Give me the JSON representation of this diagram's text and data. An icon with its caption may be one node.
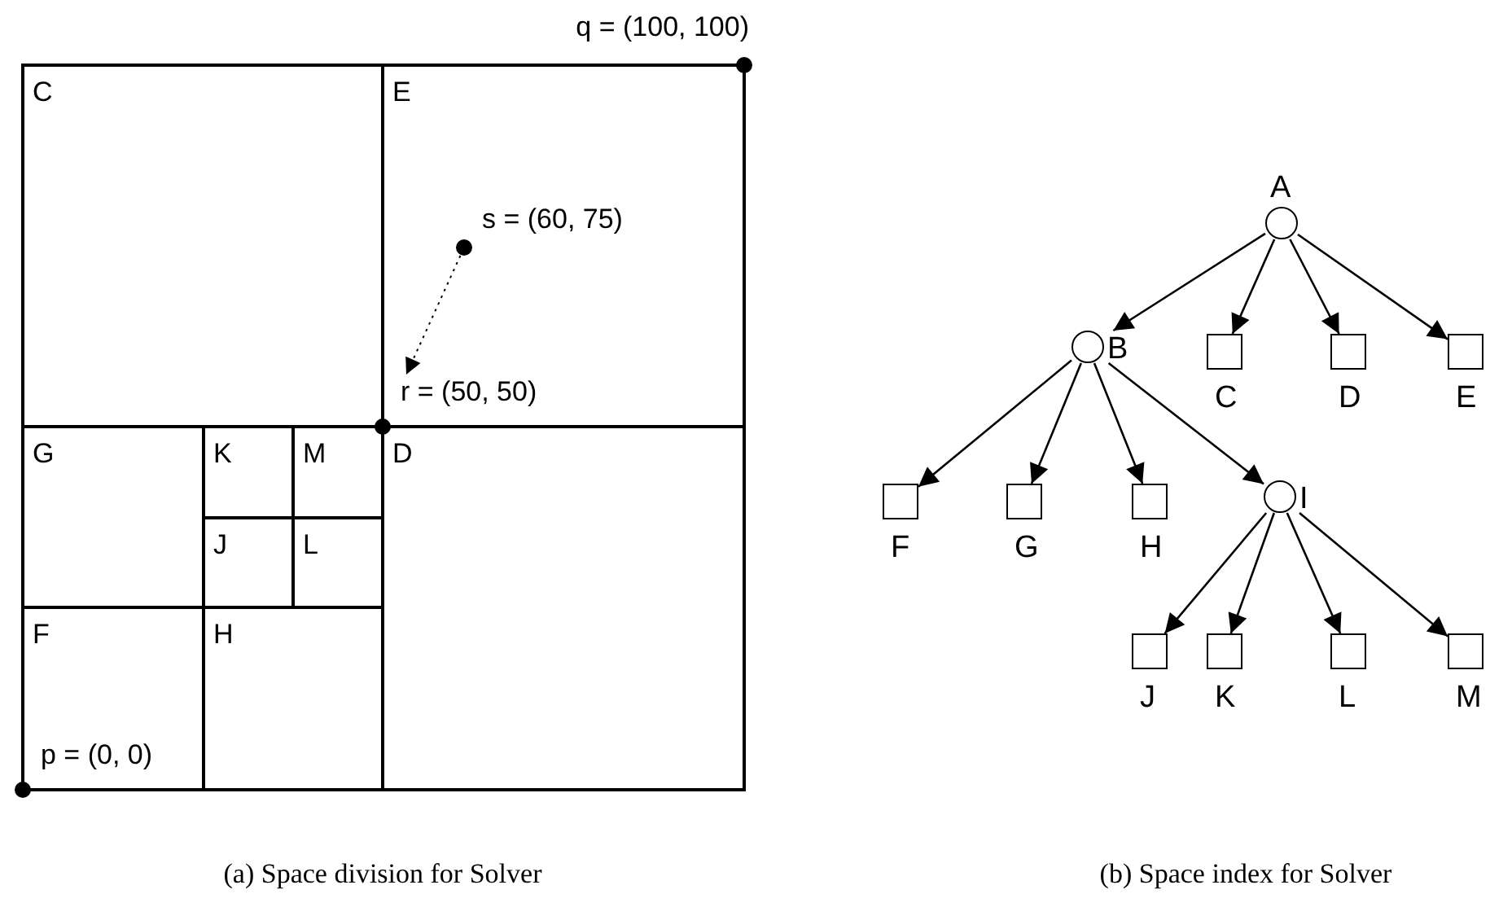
{
  "diagram": {
    "nodes": [
      {
        "text": [
          "q = (100, 100)"
        ]
      },
      {
        "text": [
          "C"
        ]
      },
      {
        "text": [
          "E"
        ]
      },
      {
        "text": [
          "s = (60, 75)"
        ],
        "in": 2
      },
      {
        "text": [
          "r = (50, 50)"
        ]
      },
      {
        "text": [
          "G"
        ]
      },
      {
        "text": [
          "K"
        ]
      },
      {
        "text": [
          "M"
        ]
      },
      {
        "text": [
          "D"
        ]
      },
      {
        "text": [
          "J"
        ]
      },
      {
        "text": [
          "L"
        ]
      },
      {
        "text": [
          "F"
        ]
      },
      {
        "text": [
          "H"
        ]
      },
      {
        "text": [
          "p = (0, 0)"
        ]
      },
      {
        "text": [
          "A"
        ]
      },
      {
        "text": [
          "B"
        ]
      },
      {
        "text": [
          "C"
        ]
      },
      {
        "text": [
          "D"
        ]
      },
      {
        "text": [
          "E"
        ]
      },
      {
        "text": [
          "F"
        ]
      },
      {
        "text": [
          "G"
        ]
      },
      {
        "text": [
          "H"
        ]
      },
      {
        "text": [
          "I"
        ]
      },
      {
        "text": [
          "J"
        ]
      },
      {
        "text": [
          "K"
        ]
      },
      {
        "text": [
          "L"
        ]
      },
      {
        "text": [
          "M"
        ]
      }
    ],
    "edges": [
      {
        "from": 3,
        "to": 4,
        "arrow": "to",
        "style": "dashed"
      },
      {
        "from": 14,
        "to": 15,
        "arrow": "to"
      },
      {
        "from": 14,
        "to": 16,
        "arrow": "to"
      },
      {
        "from": 14,
        "to": 17,
        "arrow": "to"
      },
      {
        "from": 14,
        "to": 18,
        "arrow": "to"
      },
      {
        "from": 15,
        "to": 19,
        "arrow": "to"
      },
      {
        "from": 15,
        "to": 20,
        "arrow": "to"
      },
      {
        "from": 15,
        "to": 21,
        "arrow": "to"
      },
      {
        "from": 15,
        "to": 22,
        "arrow": "to"
      },
      {
        "from": 22,
        "to": 23,
        "arrow": "to"
      },
      {
        "from": 22,
        "to": 24,
        "arrow": "to"
      },
      {
        "from": 22,
        "to": 25,
        "arrow": "to"
      },
      {
        "from": 22,
        "to": 26,
        "arrow": "to"
      }
    ],
    "labels": [
      "(a) Space division for Solver",
      "(b) Space index for Solver"
    ]
  }
}
